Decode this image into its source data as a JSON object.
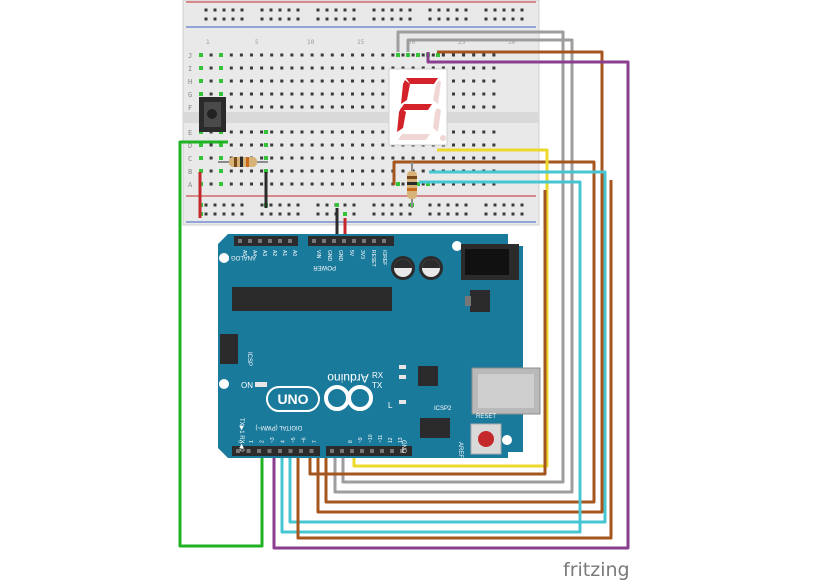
{
  "diagram": {
    "brand": "fritzing",
    "display": {
      "character": "F"
    },
    "board": {
      "name": "Arduino",
      "model": "UNO",
      "labels": {
        "analog_in": "ANALOG IN",
        "power": "POWER",
        "digital": "DIGITAL (PWM~)",
        "on": "ON",
        "tx": "TX",
        "rx": "RX",
        "l": "L",
        "icsp": "ICSP",
        "icsp2": "ICSP2",
        "reset": "RESET",
        "aref": "AREF",
        "gnd": "GND",
        "tx_rx": "TX▶1 RX◀0",
        "power_pins": [
          "VIN",
          "GND",
          "GND",
          "5V",
          "3V3",
          "RESET",
          "IOREF"
        ],
        "analog_pins": [
          "A5",
          "A4",
          "A3",
          "A2",
          "A1",
          "A0"
        ],
        "digital_pins": [
          "13",
          "12",
          "~11",
          "~10",
          "~9",
          "8",
          "7",
          "~6",
          "~5",
          "4",
          "~3",
          "2",
          "1",
          "0"
        ]
      }
    },
    "breadboard": {
      "row_letters_top": [
        "J",
        "I",
        "H",
        "G",
        "F"
      ],
      "row_letters_bottom": [
        "E",
        "D",
        "C",
        "B",
        "A"
      ],
      "column_numbers": [
        "1",
        "5",
        "10",
        "15",
        "20",
        "25",
        "30"
      ]
    },
    "wire_colors": {
      "green": "#1fb324",
      "black": "#2b2b2b",
      "red": "#c4282b",
      "gray": "#9e9e9e",
      "brown": "#a5561e",
      "purple": "#8a3e8f",
      "yellow": "#ecd92c",
      "cyan": "#45c6d2"
    },
    "colors": {
      "board": "#1a7a9c",
      "board_dark": "#135e78",
      "segment_on": "#d4222a",
      "breadboard": "#e9e9e9",
      "brand": "#7a7a7a"
    }
  }
}
